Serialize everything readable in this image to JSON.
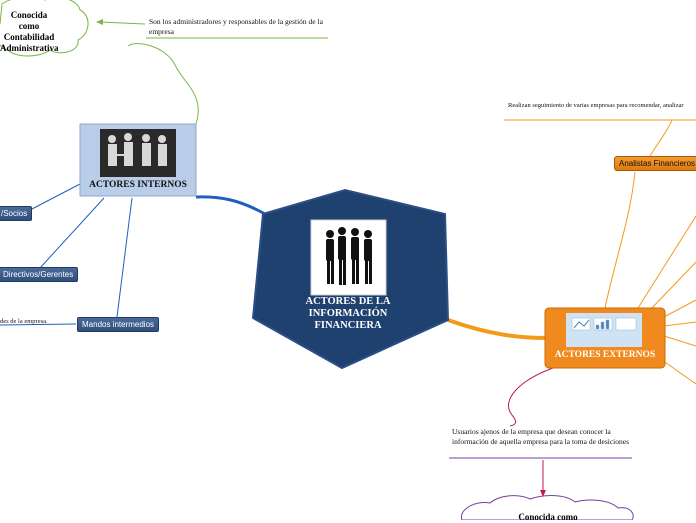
{
  "center": {
    "title": "ACTORES DE LA INFORMACIÓN FINANCIERA",
    "colors": {
      "fill": "#1f4170",
      "stroke": "#2c4f85"
    }
  },
  "internos": {
    "title": "ACTORES INTERNOS",
    "cloud_text": "Conocida como Contabilidad Administrativa",
    "description": "Son los administradores y responsables de la gestión de la empresa",
    "items": [
      "/Socios",
      "Directivos/Gerentes",
      "Mandos intermedios"
    ],
    "mandos_note": "des de la empresa."
  },
  "externos": {
    "title": "ACTORES EXTERNOS",
    "analistas": "Analistas Financieros",
    "analistas_note": "Realizan seguimiento de varias empresas para recomendar, analizar",
    "description": "Usuarios ajenos de la empresa que desean conocer la información de aquella empresa para la toma de desiciones",
    "cloud_text": "Conocida como"
  },
  "colors": {
    "blue": "#1f5fbf",
    "orange": "#f49a1a",
    "green": "#7ab648",
    "magenta": "#c2185b",
    "purple": "#7b3f9e"
  }
}
